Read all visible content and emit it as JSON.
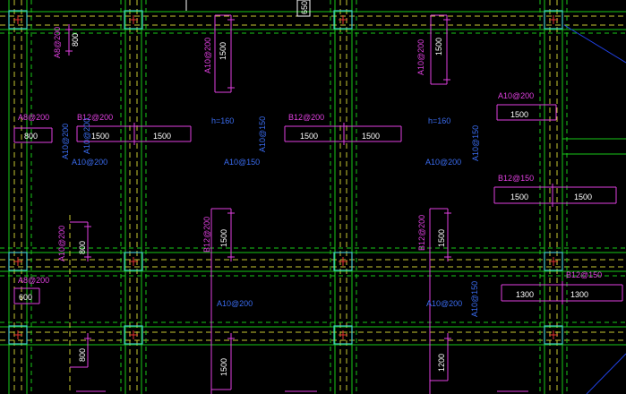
{
  "drawing": {
    "colors": {
      "background": "#000000",
      "grid_green": "#19c819",
      "beam_dash": "#c8c832",
      "column": "#40c8c8",
      "rebar_magenta": "#e040e0",
      "label_blue": "#3a6cf0",
      "dim_white": "#ffffff"
    },
    "top_marker": "650",
    "slab_thickness": [
      "h=160",
      "h=160"
    ],
    "labels": {
      "a8_200_top_left": "A8@200",
      "a8_200_left": "A8@200",
      "a8_200_lower_left": "A8@200",
      "a10_200_top_mid": "A10@200",
      "a10_200_top_right": "A10@200",
      "a10_200_right_edge": "A10@200",
      "b12_200_left": "B12@200",
      "b12_200_mid": "B12@200",
      "a10_200_vert_left": "A10@200",
      "a10_150_vert_mid": "A10@150",
      "a10_150_vert_right": "A10@150",
      "a10_200_vert_lower": "A10@200",
      "b12_200_vert_lower": "B12@200",
      "b12_150_right": "B12@150",
      "b12_150_right_lower": "B12@150",
      "b12_200_vert_lower_right": "B12@200",
      "a10_150_vert_lower_right": "A10@150",
      "a10_200_blue_left": "A10@200",
      "a10_150_blue_mid": "A10@150",
      "a10_200_blue_right": "A10@200",
      "a10_200_blue_lower_mid": "A10@200",
      "a10_200_blue_lower_right": "A10@200"
    },
    "dims": {
      "d800_top_left": "800",
      "d1500_top_mid": "1500",
      "d1500_top_right": "1500",
      "d800_left": "800",
      "d1500_a": "1500",
      "d1500_b": "1500",
      "d1500_c": "1500",
      "d1500_d": "1500",
      "d1500_right_top": "1500",
      "d1500_right_mid_a": "1500",
      "d1500_right_mid_b": "1500",
      "d800_lower_left": "800",
      "d1500_lower_mid": "1500",
      "d1500_lower_right": "1500",
      "d600_left": "600",
      "d1300_a": "1300",
      "d1300_b": "1300",
      "d800_bottom_left": "800",
      "d1500_bottom_mid": "1500",
      "d1200_bottom_right": "1200"
    }
  }
}
